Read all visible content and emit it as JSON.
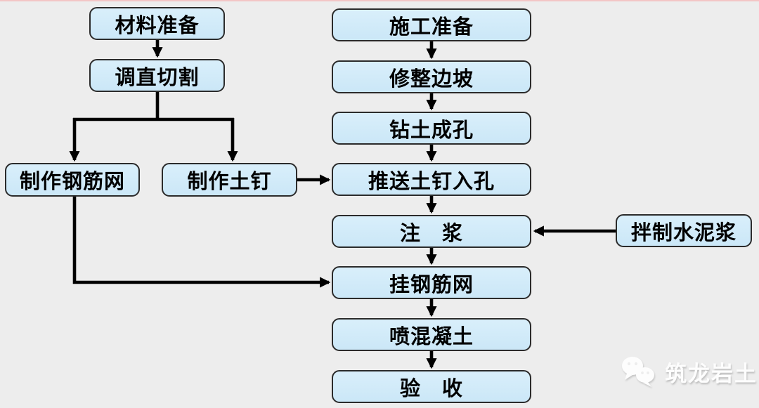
{
  "canvas": {
    "background_color": "#ededed",
    "top_border_color": "#f3c6c6"
  },
  "style": {
    "node_fill": "#cfe9f8",
    "node_border": "#2b2b2b",
    "arrow_color": "#000000",
    "text_color": "#000000",
    "watermark_color": "#fdfdfd"
  },
  "nodes": {
    "material_prep": "材料准备",
    "straighten_cut": "调直切割",
    "make_mesh": "制作钢筋网",
    "make_nail": "制作土钉",
    "construction_prep": "施工准备",
    "trim_slope": "修整边坡",
    "drill_hole": "钻土成孔",
    "push_nail": "推送土钉入孔",
    "grouting": "注　浆",
    "hang_mesh": "挂钢筋网",
    "shotcrete": "喷混凝土",
    "acceptance": "验　收",
    "mix_slurry": "拌制水泥浆"
  },
  "edges": [
    {
      "from": "material_prep",
      "to": "straighten_cut"
    },
    {
      "from": "straighten_cut",
      "to": "make_mesh"
    },
    {
      "from": "straighten_cut",
      "to": "make_nail"
    },
    {
      "from": "make_nail",
      "to": "push_nail"
    },
    {
      "from": "make_mesh",
      "to": "hang_mesh"
    },
    {
      "from": "construction_prep",
      "to": "trim_slope"
    },
    {
      "from": "trim_slope",
      "to": "drill_hole"
    },
    {
      "from": "drill_hole",
      "to": "push_nail"
    },
    {
      "from": "push_nail",
      "to": "grouting"
    },
    {
      "from": "grouting",
      "to": "hang_mesh"
    },
    {
      "from": "hang_mesh",
      "to": "shotcrete"
    },
    {
      "from": "shotcrete",
      "to": "acceptance"
    },
    {
      "from": "mix_slurry",
      "to": "grouting"
    }
  ],
  "watermark": {
    "text": "筑龙岩土",
    "icon": "wechat-chat-bubbles-icon"
  }
}
